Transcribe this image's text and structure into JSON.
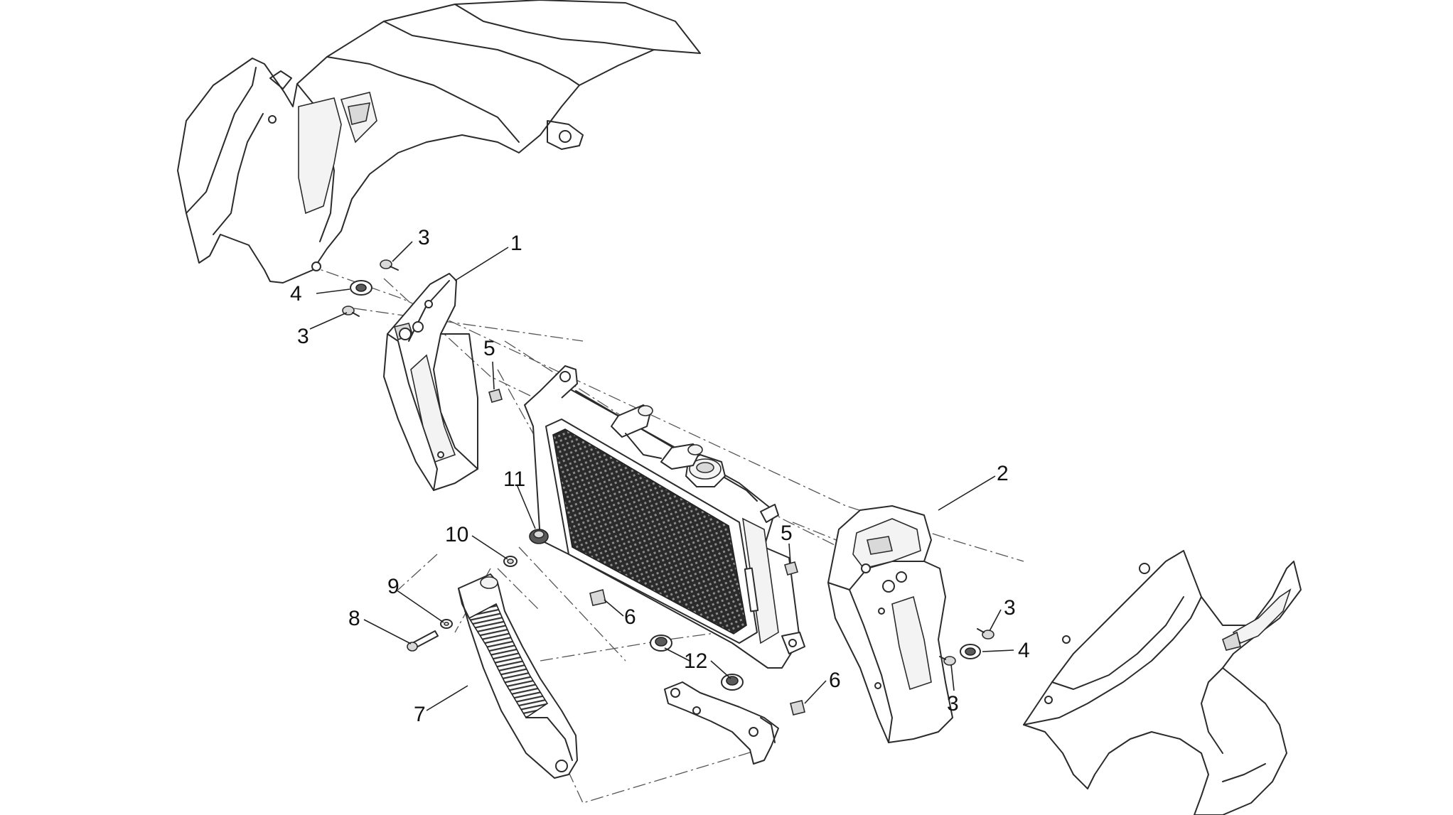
{
  "callouts": [
    {
      "id": "c1",
      "label": "1"
    },
    {
      "id": "c2",
      "label": "2"
    },
    {
      "id": "c3a",
      "label": "3"
    },
    {
      "id": "c3b",
      "label": "3"
    },
    {
      "id": "c3c",
      "label": "3"
    },
    {
      "id": "c3d",
      "label": "3"
    },
    {
      "id": "c4a",
      "label": "4"
    },
    {
      "id": "c4b",
      "label": "4"
    },
    {
      "id": "c5a",
      "label": "5"
    },
    {
      "id": "c5b",
      "label": "5"
    },
    {
      "id": "c6a",
      "label": "6"
    },
    {
      "id": "c6b",
      "label": "6"
    },
    {
      "id": "c7",
      "label": "7"
    },
    {
      "id": "c8",
      "label": "8"
    },
    {
      "id": "c9",
      "label": "9"
    },
    {
      "id": "c10",
      "label": "10"
    },
    {
      "id": "c11",
      "label": "11"
    },
    {
      "id": "c12",
      "label": "12"
    }
  ]
}
